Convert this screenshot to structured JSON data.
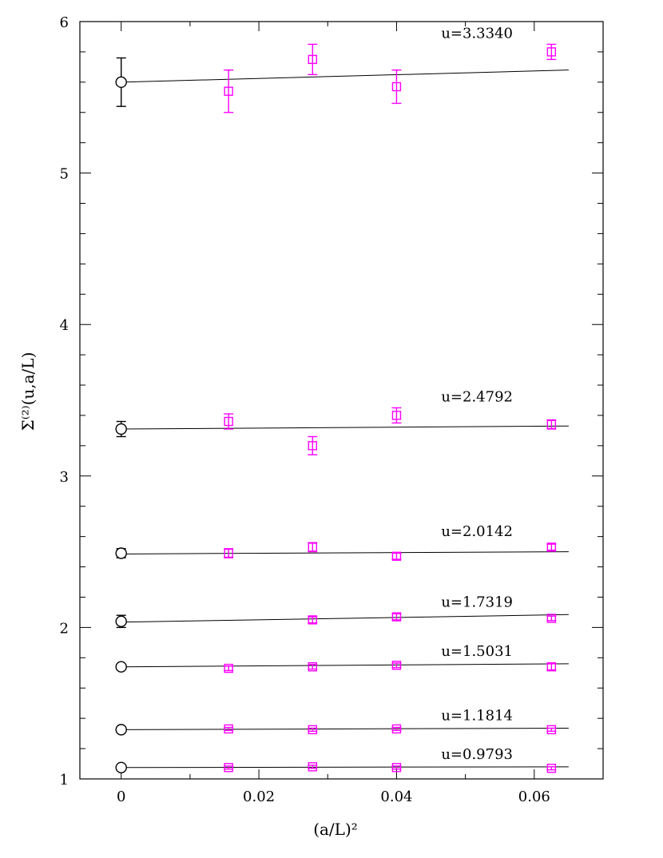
{
  "chart_data": {
    "type": "scatter",
    "title": "",
    "xlabel": "(a/L)²",
    "ylabel": "Σ⁽²⁾(u,a/L)",
    "xlim": [
      -0.006,
      0.07
    ],
    "ylim": [
      1,
      6
    ],
    "x_ticks": [
      0,
      0.02,
      0.04,
      0.06
    ],
    "x_tick_labels": [
      "0",
      "0.02",
      "0.04",
      "0.06"
    ],
    "y_ticks": [
      1,
      2,
      3,
      4,
      5,
      6
    ],
    "y_tick_labels": [
      "1",
      "2",
      "3",
      "4",
      "5",
      "6"
    ],
    "grid": false,
    "colors": {
      "lattice": "#ff00ff",
      "continuum": "#000000",
      "fit": "#000000"
    },
    "series": [
      {
        "name": "u=3.3340",
        "continuum": {
          "x": 0,
          "y": 5.6,
          "err": 0.16
        },
        "points": [
          {
            "x": 0.0156,
            "y": 5.54,
            "err": 0.14
          },
          {
            "x": 0.0278,
            "y": 5.75,
            "err": 0.1
          },
          {
            "x": 0.04,
            "y": 5.57,
            "err": 0.11
          },
          {
            "x": 0.0625,
            "y": 5.8,
            "err": 0.05
          }
        ],
        "fit": {
          "x": [
            0,
            0.065
          ],
          "y": [
            5.6,
            5.68
          ]
        }
      },
      {
        "name": "u=2.4792",
        "continuum": {
          "x": 0,
          "y": 3.31,
          "err": 0.05
        },
        "points": [
          {
            "x": 0.0156,
            "y": 3.36,
            "err": 0.05
          },
          {
            "x": 0.0278,
            "y": 3.2,
            "err": 0.06
          },
          {
            "x": 0.04,
            "y": 3.4,
            "err": 0.05
          },
          {
            "x": 0.0625,
            "y": 3.34,
            "err": 0.03
          }
        ],
        "fit": {
          "x": [
            0,
            0.065
          ],
          "y": [
            3.31,
            3.33
          ]
        }
      },
      {
        "name": "u=2.0142",
        "continuum": {
          "x": 0,
          "y": 2.49,
          "err": 0.03
        },
        "points": [
          {
            "x": 0.0156,
            "y": 2.49,
            "err": 0.03
          },
          {
            "x": 0.0278,
            "y": 2.53,
            "err": 0.03
          },
          {
            "x": 0.04,
            "y": 2.47,
            "err": 0.02
          },
          {
            "x": 0.0625,
            "y": 2.53,
            "err": 0.02
          }
        ],
        "fit": {
          "x": [
            0,
            0.065
          ],
          "y": [
            2.485,
            2.5
          ]
        }
      },
      {
        "name": "u=1.7319",
        "continuum": {
          "x": 0,
          "y": 2.04,
          "err": 0.04
        },
        "points": [
          {
            "x": 0.0278,
            "y": 2.05,
            "err": 0.02
          },
          {
            "x": 0.04,
            "y": 2.07,
            "err": 0.02
          },
          {
            "x": 0.0625,
            "y": 2.06,
            "err": 0.015
          }
        ],
        "fit": {
          "x": [
            0,
            0.065
          ],
          "y": [
            2.035,
            2.085
          ]
        }
      },
      {
        "name": "u=1.5031",
        "continuum": {
          "x": 0,
          "y": 1.74,
          "err": 0.015
        },
        "points": [
          {
            "x": 0.0156,
            "y": 1.73,
            "err": 0.015
          },
          {
            "x": 0.0278,
            "y": 1.74,
            "err": 0.015
          },
          {
            "x": 0.04,
            "y": 1.75,
            "err": 0.015
          },
          {
            "x": 0.0625,
            "y": 1.74,
            "err": 0.02
          }
        ],
        "fit": {
          "x": [
            0,
            0.065
          ],
          "y": [
            1.74,
            1.76
          ]
        }
      },
      {
        "name": "u=1.1814",
        "continuum": {
          "x": 0,
          "y": 1.325,
          "err": 0.01
        },
        "points": [
          {
            "x": 0.0156,
            "y": 1.33,
            "err": 0.01
          },
          {
            "x": 0.0278,
            "y": 1.325,
            "err": 0.01
          },
          {
            "x": 0.04,
            "y": 1.33,
            "err": 0.01
          },
          {
            "x": 0.0625,
            "y": 1.325,
            "err": 0.01
          }
        ],
        "fit": {
          "x": [
            0,
            0.065
          ],
          "y": [
            1.325,
            1.335
          ]
        }
      },
      {
        "name": "u=0.9793",
        "continuum": {
          "x": 0,
          "y": 1.075,
          "err": 0.01
        },
        "points": [
          {
            "x": 0.0156,
            "y": 1.075,
            "err": 0.01
          },
          {
            "x": 0.0278,
            "y": 1.08,
            "err": 0.01
          },
          {
            "x": 0.04,
            "y": 1.075,
            "err": 0.01
          },
          {
            "x": 0.0625,
            "y": 1.07,
            "err": 0.01
          }
        ],
        "fit": {
          "x": [
            0,
            0.065
          ],
          "y": [
            1.075,
            1.08
          ]
        }
      }
    ]
  }
}
